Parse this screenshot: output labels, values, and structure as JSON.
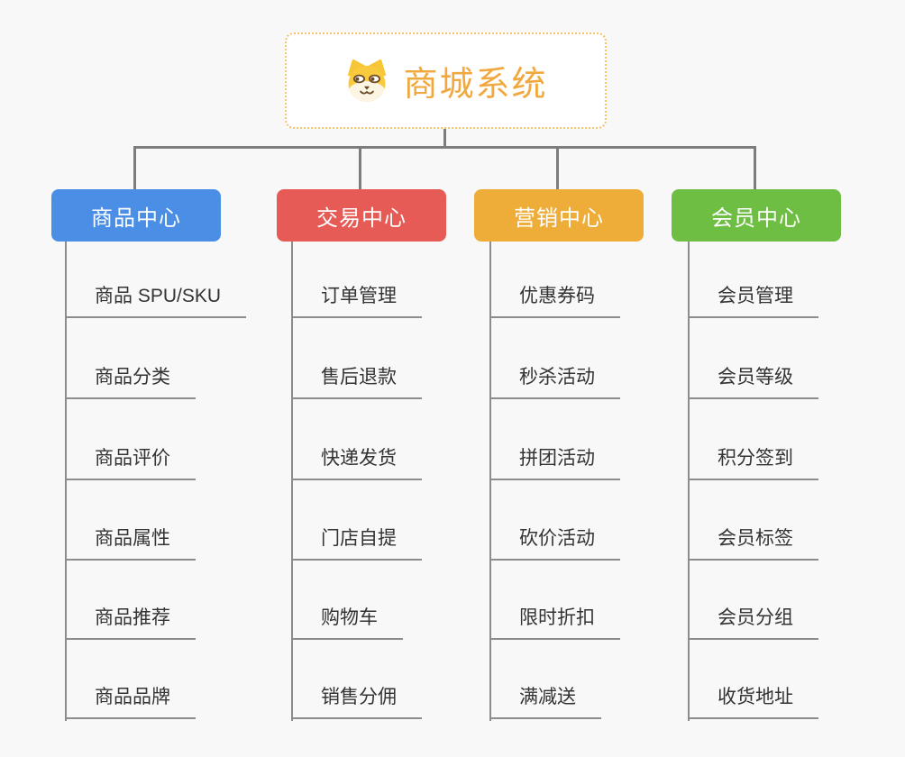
{
  "root": {
    "label": "商城系统",
    "icon": "shiba-dog-icon",
    "text_color": "#F1A83E",
    "border_color": "#F3C26A"
  },
  "colors": {
    "background": "#F8F8F8",
    "connector_line": "#7D7D7D",
    "branch_line": "#8C8C8C",
    "leaf_text": "#333333"
  },
  "branches": [
    {
      "label": "商品中心",
      "color": "#4A8EE6",
      "children": [
        "商品 SPU/SKU",
        "商品分类",
        "商品评价",
        "商品属性",
        "商品推荐",
        "商品品牌"
      ]
    },
    {
      "label": "交易中心",
      "color": "#E65B55",
      "children": [
        "订单管理",
        "售后退款",
        "快递发货",
        "门店自提",
        "购物车",
        "销售分佣"
      ]
    },
    {
      "label": "营销中心",
      "color": "#EDAD38",
      "children": [
        "优惠券码",
        "秒杀活动",
        "拼团活动",
        "砍价活动",
        "限时折扣",
        "满减送"
      ]
    },
    {
      "label": "会员中心",
      "color": "#6FBE44",
      "children": [
        "会员管理",
        "会员等级",
        "积分签到",
        "会员标签",
        "会员分组",
        "收货地址"
      ]
    }
  ]
}
